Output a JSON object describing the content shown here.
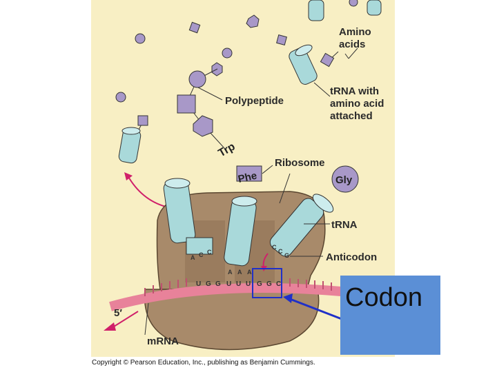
{
  "labels": {
    "amino_acids_1": "Amino",
    "amino_acids_2": "acids",
    "trna_aa_1": "tRNA with",
    "trna_aa_2": "amino acid",
    "trna_aa_3": "attached",
    "polypeptide": "Polypeptide",
    "ribosome": "Ribosome",
    "trna": "tRNA",
    "anticodon": "Anticodon",
    "mrna": "mRNA",
    "five_prime": "5′",
    "trp": "Trp",
    "phe": "Phe",
    "gly": "Gly",
    "codon": "Codon"
  },
  "codons": {
    "trna_left_anticodon": [
      "A",
      "C",
      "C"
    ],
    "trna_middle_anticodon": [
      "A",
      "A",
      "A"
    ],
    "trna_right_anticodon": [
      "C",
      "C",
      "G"
    ],
    "mrna_bases": [
      "U",
      "G",
      "G",
      "U",
      "U",
      "U",
      "G",
      "G",
      "C"
    ]
  },
  "copyright": "Copyright © Pearson Education, Inc., publishing as Benjamin Cummings.",
  "colors": {
    "background": "#f8efc4",
    "trna": "#a9d9da",
    "amino_acid": "#a898c8",
    "ribosome": "#a88a6a",
    "mrna": "#e8829a",
    "arrow": "#d0206a",
    "codon_highlight": "#2030c8",
    "codon_box": "#5b8fd6"
  }
}
